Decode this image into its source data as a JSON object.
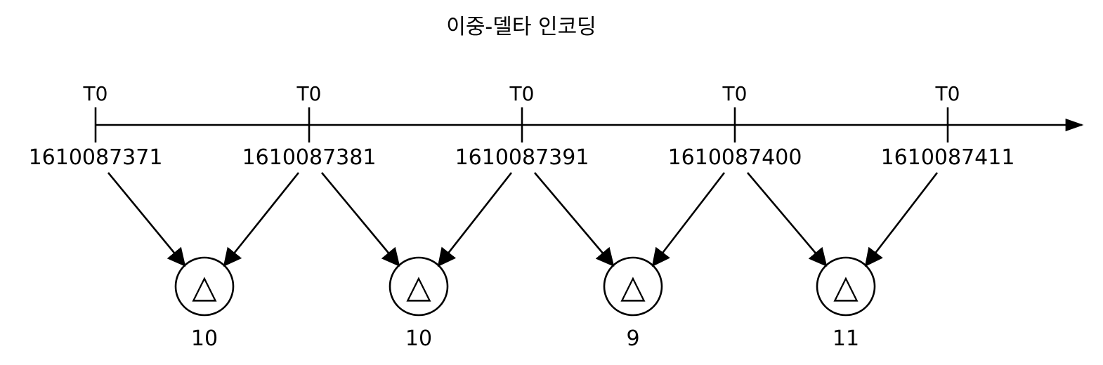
{
  "title": "이중-델타 인코딩",
  "timeline": {
    "tick_label": "T0",
    "timestamps": [
      "1610087371",
      "1610087381",
      "1610087391",
      "1610087400",
      "1610087411"
    ]
  },
  "deltas": {
    "symbol": "△",
    "values": [
      "10",
      "10",
      "9",
      "11"
    ]
  }
}
